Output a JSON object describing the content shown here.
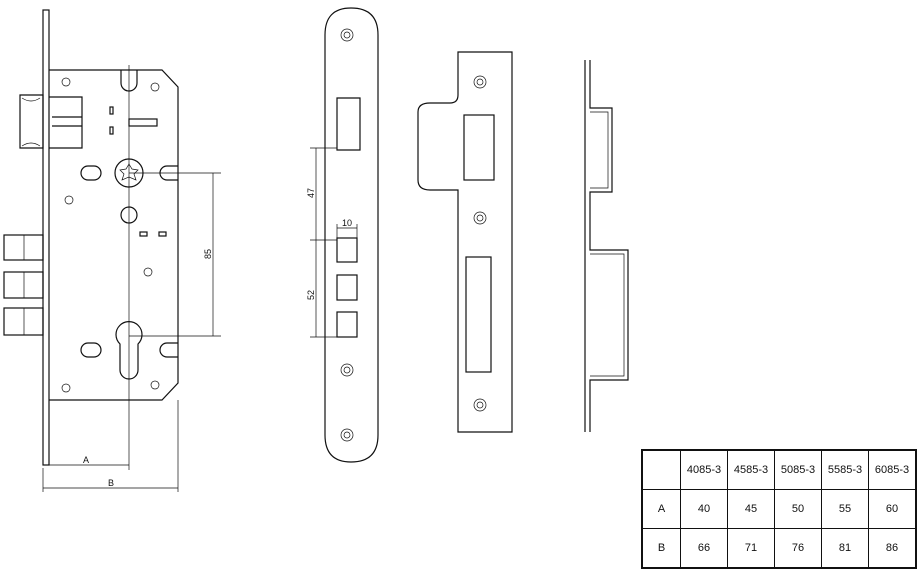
{
  "dimensions": {
    "backset_label": "A",
    "body_label": "B",
    "center_distance": "85",
    "latch_offset": "47",
    "bolt_width": "10",
    "bolt_spacing": "52"
  },
  "table": {
    "columns": [
      "",
      "4085-3",
      "4585-3",
      "5085-3",
      "5585-3",
      "6085-3"
    ],
    "rows": [
      {
        "label": "A",
        "values": [
          "40",
          "45",
          "50",
          "55",
          "60"
        ]
      },
      {
        "label": "B",
        "values": [
          "66",
          "71",
          "76",
          "81",
          "86"
        ]
      }
    ]
  }
}
